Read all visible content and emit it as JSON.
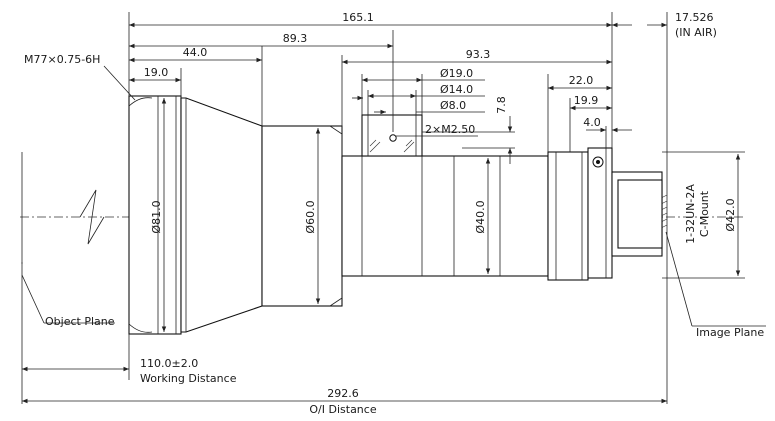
{
  "drawing": {
    "dims": {
      "total_length": "165.1",
      "image_space": "17.526",
      "in_air": "(IN AIR)",
      "length_89": "89.3",
      "length_93": "93.3",
      "length_44": "44.0",
      "thread_spec": "M77×0.75-6H",
      "length_19": "19.0",
      "dia_19": "Ø19.0",
      "dia_14": "Ø14.0",
      "dia_8": "Ø8.0",
      "dim_7_8": "7.8",
      "len_22": "22.0",
      "len_19_9": "19.9",
      "len_4": "4.0",
      "screw_spec": "2×M2.50",
      "dia_81": "Ø81.0",
      "dia_60": "Ø60.0",
      "dia_40": "Ø40.0",
      "dia_42": "Ø42.0",
      "cmount_thread": "1-32UN-2A",
      "cmount_label": "C-Mount",
      "working_distance_value": "110.0±2.0",
      "working_distance_label": "Working Distance",
      "oi_value": "292.6",
      "oi_label": "O/I Distance"
    },
    "labels": {
      "object_plane": "Object Plane",
      "image_plane": "Image Plane"
    }
  }
}
